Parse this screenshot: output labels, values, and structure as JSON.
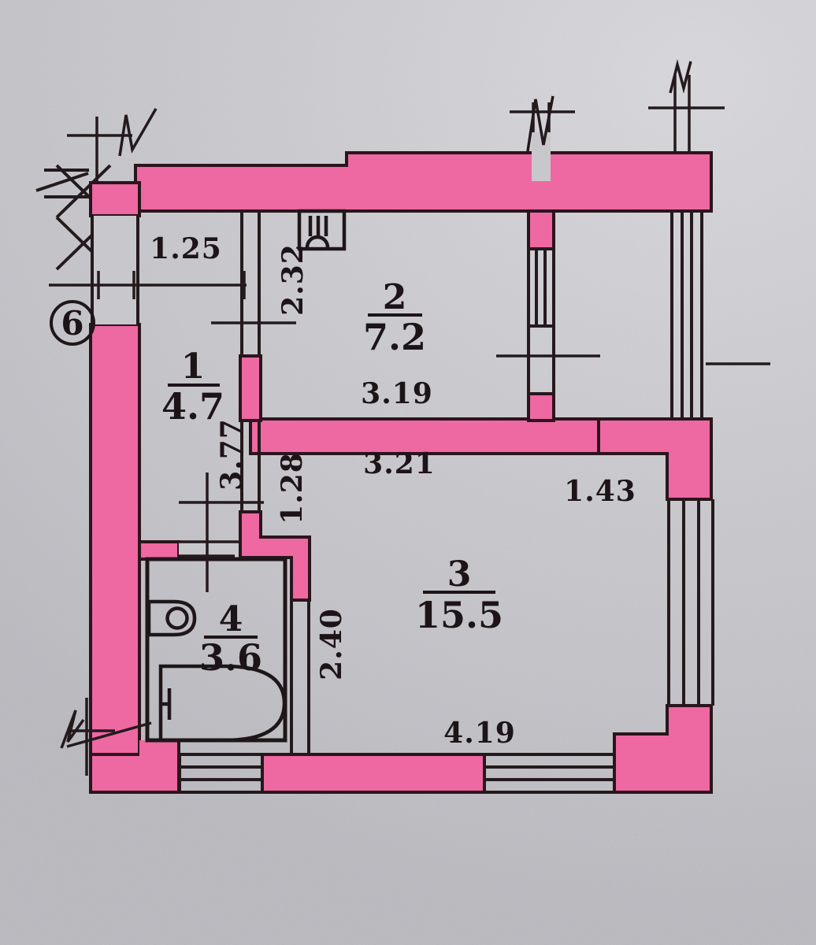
{
  "plan": {
    "badge": "6",
    "rooms": [
      {
        "number": "1",
        "area": "4.7"
      },
      {
        "number": "2",
        "area": "7.2"
      },
      {
        "number": "3",
        "area": "15.5"
      },
      {
        "number": "4",
        "area": "3.6"
      }
    ],
    "dimensions": {
      "hall_width": "1.25",
      "kitchen_left_side": "2.32",
      "kitchen_width": "3.19",
      "living_top_width": "3.21",
      "living_right_offset": "1.43",
      "hall_length": "3.77",
      "door_width": "1.28",
      "living_left_depth": "2.40",
      "living_bottom_width": "4.19"
    },
    "fixtures": [
      "bathtub",
      "sink",
      "vent-shaft",
      "window",
      "entry-hatch"
    ],
    "colors": {
      "wall_highlight": "#ee68a2",
      "outline": "#2b151c",
      "ink": "#1d1418",
      "background": "#c8c7cc"
    }
  }
}
